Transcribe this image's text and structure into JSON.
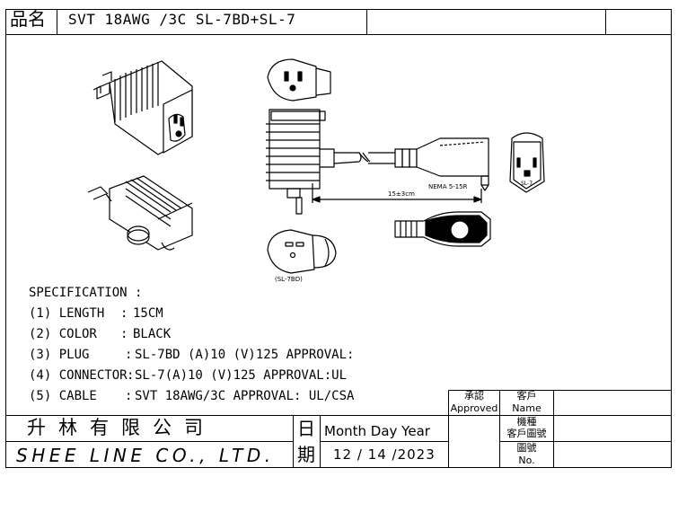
{
  "title_block": {
    "label": "品名",
    "text": "SVT 18AWG /3C  SL-7BD+SL-7"
  },
  "drawing": {
    "dimension_label": "15±3cm",
    "connector_label": "NEMA 5-15R",
    "plug_caption": "(SL-7BD)",
    "face_label": "SL-7"
  },
  "specification": {
    "heading": "SPECIFICATION  :",
    "rows": [
      {
        "key": "(1) LENGTH",
        "sep": ":",
        "value": "15CM"
      },
      {
        "key": "(2) COLOR",
        "sep": ":",
        "value": "BLACK"
      },
      {
        "key": "(3) PLUG",
        "sep": ":",
        "value": "SL-7BD (A)10 (V)125  APPROVAL:"
      },
      {
        "key": "(4) CONNECTOR",
        "sep": ":",
        "value": "SL-7(A)10 (V)125   APPROVAL:UL"
      },
      {
        "key": "(5) CABLE",
        "sep": ":",
        "value": "SVT 18AWG/3C  APPROVAL: UL/CSA"
      }
    ]
  },
  "approval_block": {
    "approval_cn": "承認",
    "approval_en": "Approved",
    "customer_cn": "客戶",
    "customer_en": "Name",
    "model_cn": "機種",
    "customer_part_cn": "客戶圖號",
    "drawing_no_cn": "圖號",
    "drawing_no_en": "No."
  },
  "company": {
    "name_cn": "升林有限公司",
    "name_en": "SHEE LINE CO., LTD."
  },
  "date_block": {
    "label_top": "日",
    "label_bottom": "期",
    "header": "Month Day Year",
    "value": "12 / 14 /2023"
  }
}
